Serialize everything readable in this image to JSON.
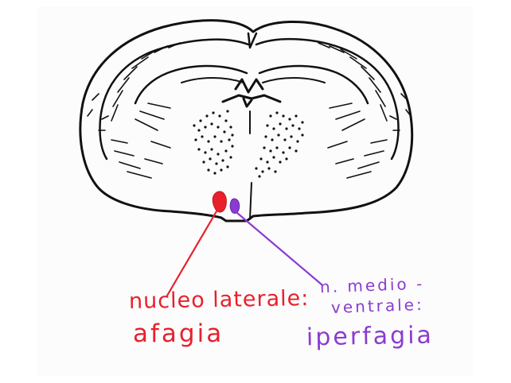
{
  "colors": {
    "ink": "#111111",
    "lateral": "#e8202c",
    "medio": "#8a3bd0"
  },
  "labels": {
    "lateral": {
      "title": "nucleo laterale:",
      "effect": "afagia"
    },
    "medioventral": {
      "line1": "n. medio -",
      "line2": "ventrale:",
      "effect": "iperfagia"
    }
  }
}
